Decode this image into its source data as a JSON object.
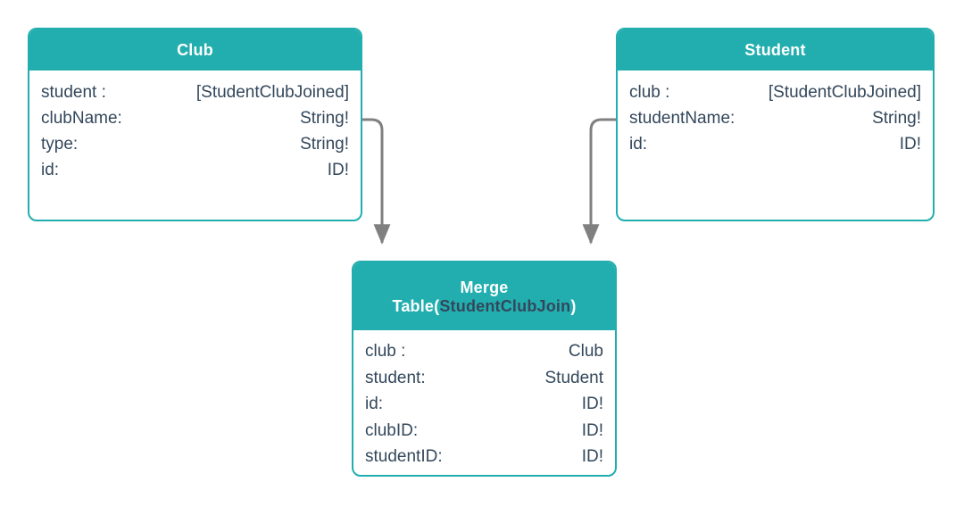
{
  "diagram": {
    "title": "GraphQL schema merge table diagram",
    "colors": {
      "accent_teal": "#22aeaf",
      "text_navy": "#33475b",
      "connector_gray": "#808080",
      "background": "#ffffff",
      "header_text": "#ffffff"
    }
  },
  "club": {
    "header": "Club",
    "fields": [
      {
        "name": "student :",
        "type": "[StudentClubJoined]"
      },
      {
        "name": "clubName:",
        "type": "String!"
      },
      {
        "name": "type:",
        "type": "String!"
      },
      {
        "name": "id:",
        "type": "ID!"
      }
    ]
  },
  "student": {
    "header": "Student",
    "fields": [
      {
        "name": "club :",
        "type": "[StudentClubJoined]"
      },
      {
        "name": "studentName:",
        "type": "String!"
      },
      {
        "name": "id:",
        "type": "ID!"
      }
    ]
  },
  "merge": {
    "header_line1": "Merge",
    "header_prefix": "Table(",
    "header_name": "StudentClubJoin",
    "header_suffix": ")",
    "fields": [
      {
        "name": "club :",
        "type": "Club"
      },
      {
        "name": "student:",
        "type": "Student"
      },
      {
        "name": "id:",
        "type": "ID!"
      },
      {
        "name": "clubID:",
        "type": "ID!"
      },
      {
        "name": "studentID:",
        "type": "ID!"
      }
    ]
  },
  "connectors": [
    {
      "id": "club-to-merge",
      "from": "Club",
      "to": "Merge Table",
      "style": "elbow-arrow"
    },
    {
      "id": "student-to-merge",
      "from": "Student",
      "to": "Merge Table",
      "style": "elbow-arrow"
    }
  ]
}
